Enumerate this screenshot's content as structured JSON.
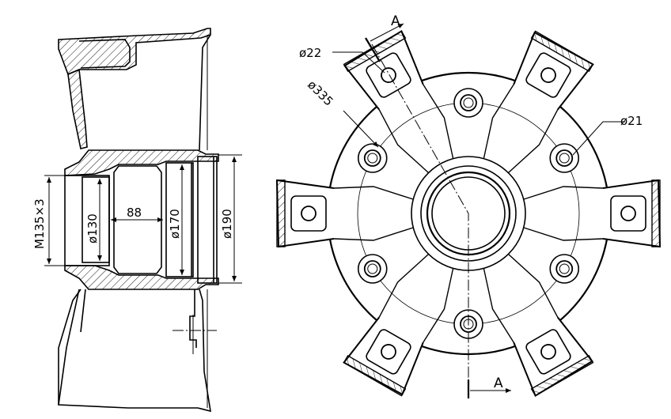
{
  "drawing": {
    "side_view": {
      "dims": {
        "thread": "M135×3",
        "d130": "ø130",
        "len88": "88",
        "d170": "ø170",
        "d190": "ø190"
      }
    },
    "front_view": {
      "dims": {
        "d22": "ø22",
        "d335": "ø335",
        "d21": "ø21"
      },
      "section_top": "A",
      "section_bottom": "A"
    }
  }
}
